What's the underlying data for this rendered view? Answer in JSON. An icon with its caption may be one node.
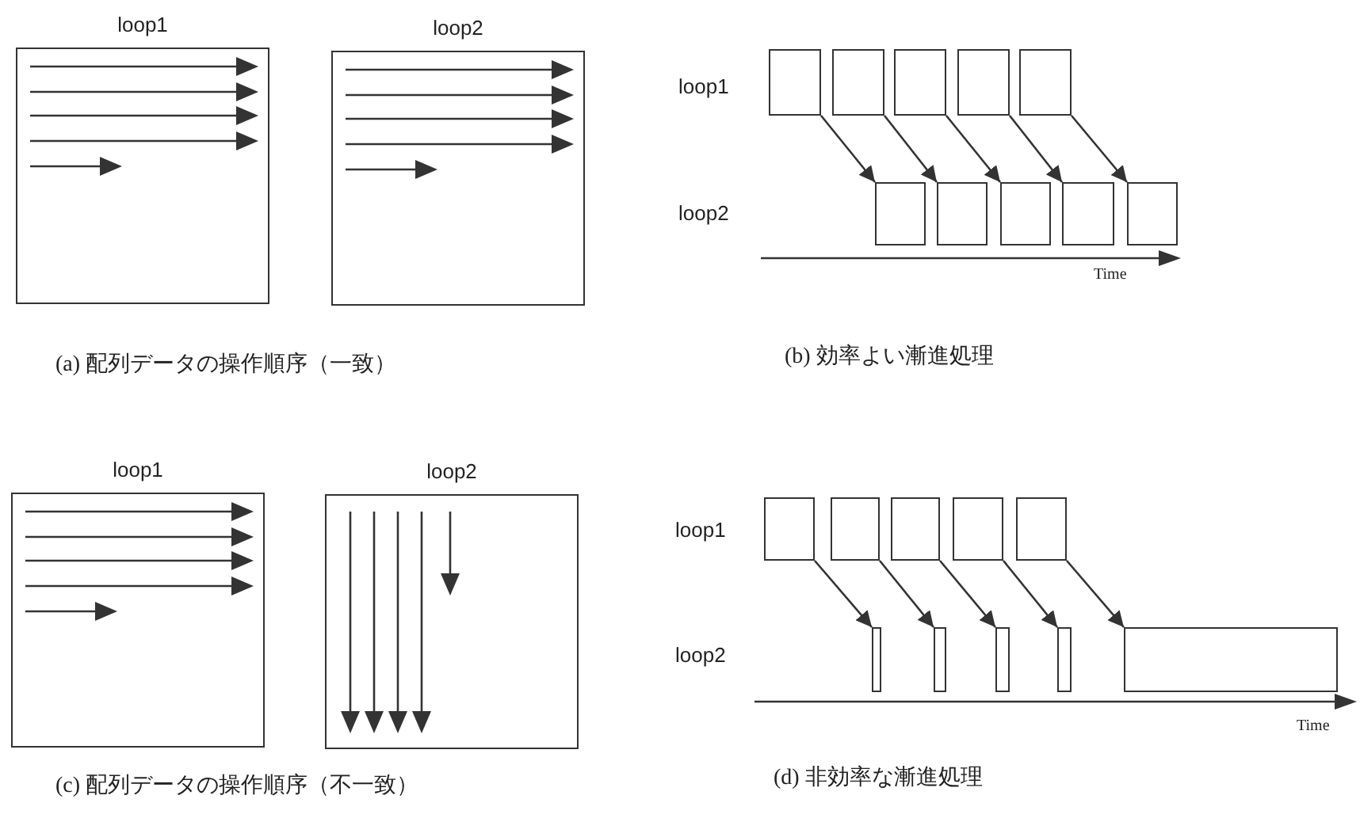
{
  "diagram": {
    "nodes": [
      {
        "text": [
          "loop1"
        ]
      },
      {
        "text": [
          "loop2"
        ]
      },
      {
        "text": [],
        "shape": "box"
      },
      {
        "text": [],
        "shape": "box"
      },
      {
        "text": [],
        "shape": "box"
      },
      {
        "text": [],
        "shape": "box"
      },
      {
        "text": [],
        "shape": "box"
      },
      {
        "text": [],
        "shape": "box"
      },
      {
        "text": [],
        "shape": "box"
      },
      {
        "text": [],
        "shape": "box"
      },
      {
        "text": [],
        "shape": "box"
      },
      {
        "text": [],
        "shape": "box"
      },
      {
        "text": [
          "loop1"
        ]
      },
      {
        "text": [
          "loop2"
        ]
      },
      {
        "text": [],
        "shape": "box"
      },
      {
        "text": [],
        "shape": "box"
      },
      {
        "text": [],
        "shape": "box"
      },
      {
        "text": [],
        "shape": "box"
      },
      {
        "text": [],
        "shape": "box"
      },
      {
        "text": [],
        "shape": "box"
      },
      {
        "text": [],
        "shape": "box"
      },
      {
        "text": [],
        "shape": "box"
      },
      {
        "text": [],
        "shape": "box"
      },
      {
        "text": [],
        "shape": "box"
      }
    ],
    "edges": [
      {
        "from": 2,
        "to": 7,
        "arrow": "to"
      },
      {
        "from": 3,
        "to": 8,
        "arrow": "to"
      },
      {
        "from": 4,
        "to": 9,
        "arrow": "to"
      },
      {
        "from": 5,
        "to": 10,
        "arrow": "to"
      },
      {
        "from": 6,
        "to": 11,
        "arrow": "to"
      },
      {
        "from": 14,
        "to": 19,
        "arrow": "to"
      },
      {
        "from": 15,
        "to": 20,
        "arrow": "to"
      },
      {
        "from": 16,
        "to": 21,
        "arrow": "to"
      },
      {
        "from": 17,
        "to": 22,
        "arrow": "to"
      },
      {
        "from": 18,
        "to": 23,
        "arrow": "to"
      }
    ],
    "labels": [
      "loop1",
      "loop2",
      "Time",
      "(a) 配列データの操作順序（一致）",
      "(b) 効率よい漸進処理",
      "loop1",
      "loop2",
      "Time",
      "(c) 配列データの操作順序（不一致）",
      "(d) 非効率な漸進処理"
    ]
  }
}
